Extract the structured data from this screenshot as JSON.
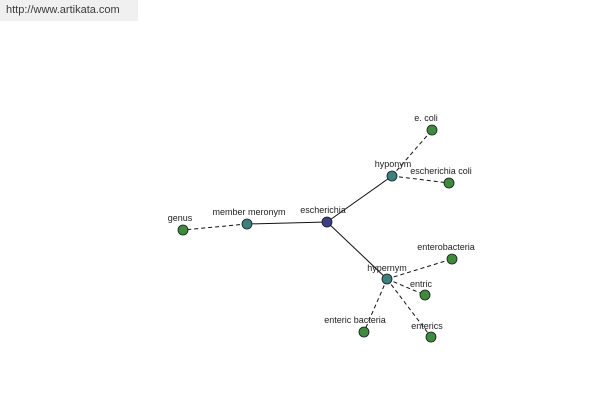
{
  "banner": {
    "url": "http://www.artikata.com"
  },
  "colors": {
    "center_node": "#3c3e88",
    "relation_node": "#3d8080",
    "word_node": "#3e8a3e",
    "node_stroke": "#1a1a1a",
    "edge": "#111111"
  },
  "graph": {
    "center": {
      "label": "escherichia",
      "kind": "center"
    },
    "relations": [
      {
        "id": "member-meronym",
        "label": "member meronym",
        "kind": "relation"
      },
      {
        "id": "hyponym",
        "label": "hyponym",
        "kind": "relation"
      },
      {
        "id": "hypernym",
        "label": "hypernym",
        "kind": "relation"
      }
    ],
    "words": [
      {
        "id": "genus",
        "label": "genus",
        "relation": "member-meronym"
      },
      {
        "id": "e-coli",
        "label": "e. coli",
        "relation": "hyponym"
      },
      {
        "id": "escherichia-coli",
        "label": "escherichia coli",
        "relation": "hyponym"
      },
      {
        "id": "enterobacteria",
        "label": "enterobacteria",
        "relation": "hypernym"
      },
      {
        "id": "entric",
        "label": "entric",
        "relation": "hypernym"
      },
      {
        "id": "enteric-bacteria",
        "label": "enteric bacteria",
        "relation": "hypernym"
      },
      {
        "id": "enterics",
        "label": "enterics",
        "relation": "hypernym"
      }
    ]
  }
}
